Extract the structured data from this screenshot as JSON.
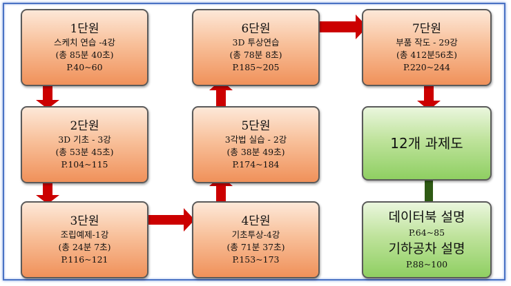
{
  "units": [
    {
      "title": "1단원",
      "line1": "스케치 연습 -4강",
      "line2": "(총 85분 40초)",
      "pages": "P.40~60"
    },
    {
      "title": "2단원",
      "line1": "3D 기초 - 3강",
      "line2": "(총 53분 45초)",
      "pages": "P.104~115"
    },
    {
      "title": "3단원",
      "line1": "조립예제-1강",
      "line2": "(총 24분 7초)",
      "pages": "P.116~121"
    },
    {
      "title": "4단원",
      "line1": "기초투상-4강",
      "line2": "(총 71분 37초)",
      "pages": "P.153~173"
    },
    {
      "title": "5단원",
      "line1": "3각법 실습 - 2강",
      "line2": "(총 38분 49초)",
      "pages": "P.174~184"
    },
    {
      "title": "6단원",
      "line1": "3D 투상연습",
      "line2": "(총 78분 8초)",
      "pages": "P.185~205"
    },
    {
      "title": "7단원",
      "line1": "부품 작도 - 29강",
      "line2": "(총 412분56초)",
      "pages": "P.220~244"
    }
  ],
  "tasks": {
    "label": "12개 과제도"
  },
  "explain": {
    "databook_label": "데이터북 설명",
    "databook_pages": "P.64~85",
    "tolerance_label": "기하공차 설명",
    "tolerance_pages": "P.88~100"
  },
  "colors": {
    "arrow": "#cc0000",
    "connector": "#2f5a14",
    "frame": "#4a72c4"
  }
}
